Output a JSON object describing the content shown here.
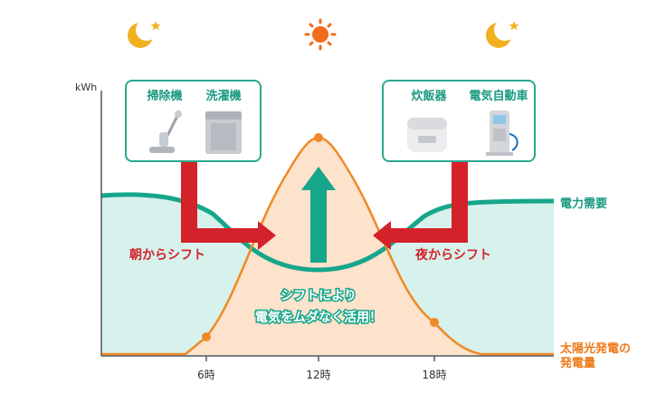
{
  "colors": {
    "demand_fill": "#d7f1ec",
    "demand_line": "#16a68b",
    "solar_fill": "#fde2cc",
    "solar_line": "#f08a24",
    "shift_arrow": "#d3222a",
    "up_arrow": "#16a68b",
    "box_border": "#2aa98f",
    "moon": "#f2b01e",
    "sun": "#f26d1a"
  },
  "icons": {
    "left_top": "crescent-moon-icon",
    "center_top": "sun-icon",
    "right_top": "crescent-moon-icon"
  },
  "axis": {
    "unit": "kWh",
    "ticks": [
      "6時",
      "12時",
      "18時"
    ]
  },
  "boxes": {
    "morning": {
      "items": [
        {
          "label": "掃除機",
          "icon": "vacuum-cleaner-icon"
        },
        {
          "label": "洗濯機",
          "icon": "washing-machine-icon"
        }
      ]
    },
    "evening": {
      "items": [
        {
          "label": "炊飯器",
          "icon": "rice-cooker-icon"
        },
        {
          "label": "電気自動車",
          "icon": "ev-charger-icon"
        }
      ]
    }
  },
  "labels": {
    "demand": "電力需要",
    "solar_line1": "太陽光発電の",
    "solar_line2": "発電量",
    "shift_morning": "朝からシフト",
    "shift_evening": "夜からシフト",
    "center_line1": "シフトにより",
    "center_line2": "電気をムダなく活用！"
  }
}
